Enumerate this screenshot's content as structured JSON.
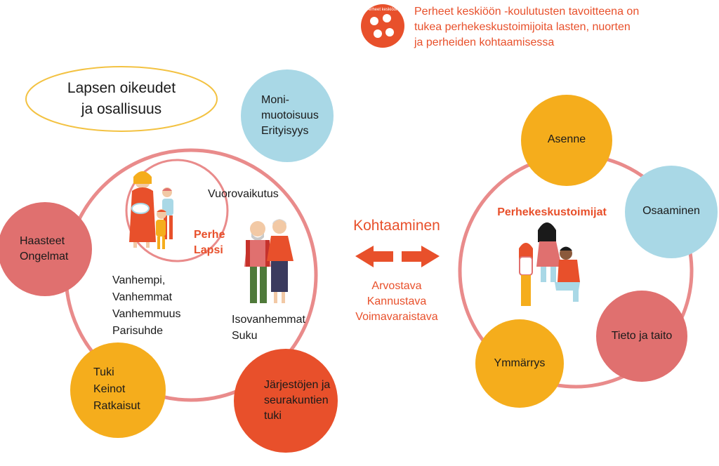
{
  "header": {
    "logo_text": "Perheet keskiöön!",
    "description": "Perheet keskiöön -koulutusten tavoitteena on\ntukea perhekeskustoimijoita lasten, nuorten\nja perheiden kohtaamisessa"
  },
  "left": {
    "title_ellipse": "Lapsen oikeudet\nja osallisuus",
    "inner_circle_label": "Perhe\nLapsi",
    "interaction_label": "Vuorovaikutus",
    "parents_label": "Vanhempi,\nVanhemmat\nVanhemmuus\nParisuhde",
    "grandparents_label": "Isovanhemmat\nSuku",
    "satellites": {
      "diversity": "Moni-\nmuotoisuus\nErityisyys",
      "challenges": "Haasteet\nOngelmat",
      "support": "Tuki\nKeinot\nRatkaisut",
      "organizations": "Järjestöjen ja\nseurakuntien\ntuki"
    }
  },
  "middle": {
    "title": "Kohtaaminen",
    "qualities": "Arvostava\nKannustava\nVoimavaraistava"
  },
  "right": {
    "center_label": "Perhekeskustoimijat",
    "satellites": {
      "attitude": "Asenne",
      "expertise": "Osaaminen",
      "knowledge": "Tieto ja taito",
      "understanding": "Ymmärrys"
    }
  },
  "colors": {
    "ring": "#e98b8b",
    "orange_red": "#e8502b",
    "light_blue": "#a9d8e6",
    "rose": "#e0706f",
    "amber": "#f5ad1c",
    "ellipse_border": "#f3c242"
  }
}
